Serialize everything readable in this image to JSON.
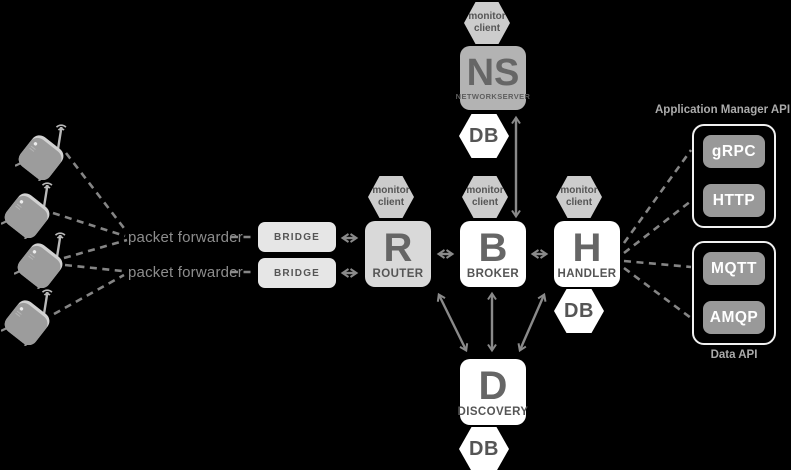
{
  "diagram": {
    "background": "#000000",
    "gateways": {
      "count": 4,
      "icon": "wireless-gateway"
    },
    "packet_forwarders": [
      {
        "label": "packet forwarder"
      },
      {
        "label": "packet forwarder"
      }
    ],
    "bridges": [
      {
        "label": "BRIDGE"
      },
      {
        "label": "BRIDGE"
      }
    ],
    "monitor_client": {
      "line1": "monitor",
      "line2": "client"
    },
    "db_label": "DB",
    "nodes": {
      "network_server": {
        "initial": "NS",
        "label": "NETWORKSERVER"
      },
      "router": {
        "initial": "R",
        "label": "ROUTER"
      },
      "broker": {
        "initial": "B",
        "label": "BROKER"
      },
      "handler": {
        "initial": "H",
        "label": "HANDLER"
      },
      "discovery": {
        "initial": "D",
        "label": "DISCOVERY"
      }
    },
    "api_groups": [
      {
        "title": "Application Manager API",
        "endpoints": [
          "gRPC",
          "HTTP"
        ]
      },
      {
        "title": "Data API",
        "endpoints": [
          "MQTT",
          "AMQP"
        ]
      }
    ],
    "colors": {
      "node_fill": "#ffffff",
      "router_fill": "#d9d9d9",
      "network_server_fill": "#b3b3b3",
      "bridge_fill": "#e6e6e6",
      "monitor_hex_fill": "#cccccc",
      "db_hex_fill": "#ffffff",
      "api_button_fill": "#999999",
      "connector": "#8a8a8a",
      "text_dark": "#555555"
    }
  }
}
